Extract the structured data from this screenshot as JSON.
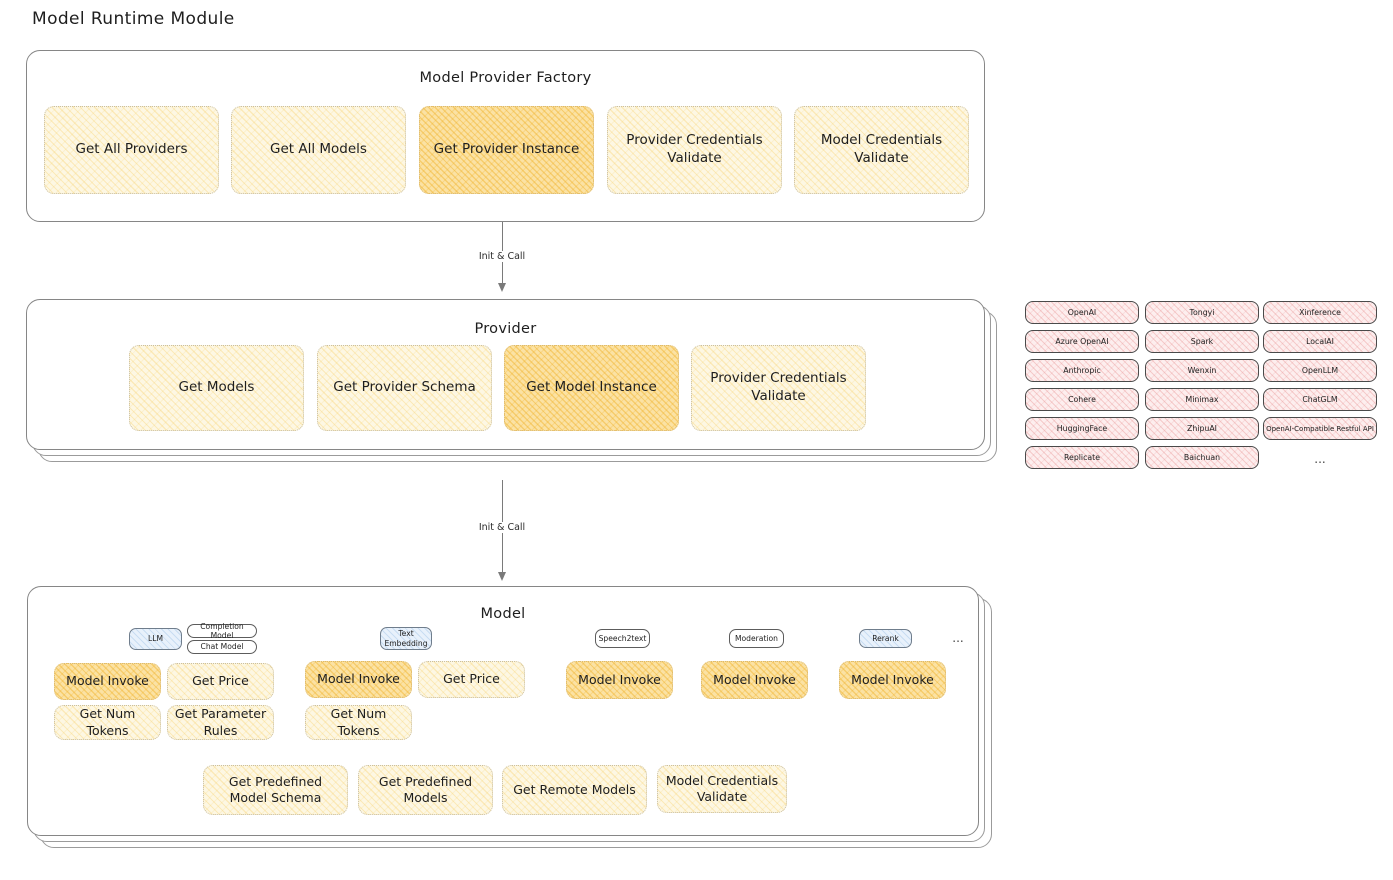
{
  "page": {
    "title": "Model Runtime Module"
  },
  "factory": {
    "title": "Model Provider Factory",
    "boxes": [
      {
        "label": "Get All Providers",
        "highlight": false
      },
      {
        "label": "Get All Models",
        "highlight": false
      },
      {
        "label": "Get Provider Instance",
        "highlight": true
      },
      {
        "label": "Provider Credentials Validate",
        "highlight": false
      },
      {
        "label": "Model Credentials Validate",
        "highlight": false
      }
    ]
  },
  "connectors": [
    {
      "label": "Init & Call"
    },
    {
      "label": "Init & Call"
    }
  ],
  "provider": {
    "title": "Provider",
    "boxes": [
      {
        "label": "Get Models",
        "highlight": false
      },
      {
        "label": "Get Provider Schema",
        "highlight": false
      },
      {
        "label": "Get Model Instance",
        "highlight": true
      },
      {
        "label": "Provider Credentials Validate",
        "highlight": false
      }
    ]
  },
  "provider_list": {
    "columns": [
      [
        "OpenAI",
        "Azure OpenAI",
        "Anthropic",
        "Cohere",
        "HuggingFace",
        "Replicate"
      ],
      [
        "Tongyi",
        "Spark",
        "Wenxin",
        "Minimax",
        "ZhipuAI",
        "Baichuan"
      ],
      [
        "Xinference",
        "LocalAI",
        "OpenLLM",
        "ChatGLM",
        "OpenAI-Compatible Restful API"
      ]
    ],
    "more": "..."
  },
  "model": {
    "title": "Model",
    "more": "...",
    "types": [
      {
        "name": "LLM",
        "subtags": [
          "Completion Model",
          "Chat Model"
        ],
        "methods": [
          {
            "label": "Model Invoke",
            "highlight": true
          },
          {
            "label": "Get Price",
            "highlight": false
          },
          {
            "label": "Get Num Tokens",
            "highlight": false
          },
          {
            "label": "Get Parameter Rules",
            "highlight": false
          }
        ]
      },
      {
        "name": "Text Embedding",
        "subtags": [],
        "methods": [
          {
            "label": "Model Invoke",
            "highlight": true
          },
          {
            "label": "Get Price",
            "highlight": false
          },
          {
            "label": "Get Num Tokens",
            "highlight": false
          }
        ]
      },
      {
        "name": "Speech2text",
        "subtags": [],
        "methods": [
          {
            "label": "Model Invoke",
            "highlight": true
          }
        ]
      },
      {
        "name": "Moderation",
        "subtags": [],
        "methods": [
          {
            "label": "Model Invoke",
            "highlight": true
          }
        ]
      },
      {
        "name": "Rerank",
        "subtags": [],
        "methods": [
          {
            "label": "Model Invoke",
            "highlight": true
          }
        ]
      }
    ],
    "shared_methods": [
      {
        "label": "Get Predefined Model Schema"
      },
      {
        "label": "Get Predefined Models"
      },
      {
        "label": "Get Remote Models"
      },
      {
        "label": "Model Credentials Validate"
      }
    ]
  },
  "colors": {
    "box_light": "#fdf7e3",
    "box_strong": "#fbe2a4",
    "pill_pink": "#fdeeee",
    "tag_blue": "#e8f1fb",
    "container_border": "#868686",
    "text": "#1e1e1e"
  }
}
